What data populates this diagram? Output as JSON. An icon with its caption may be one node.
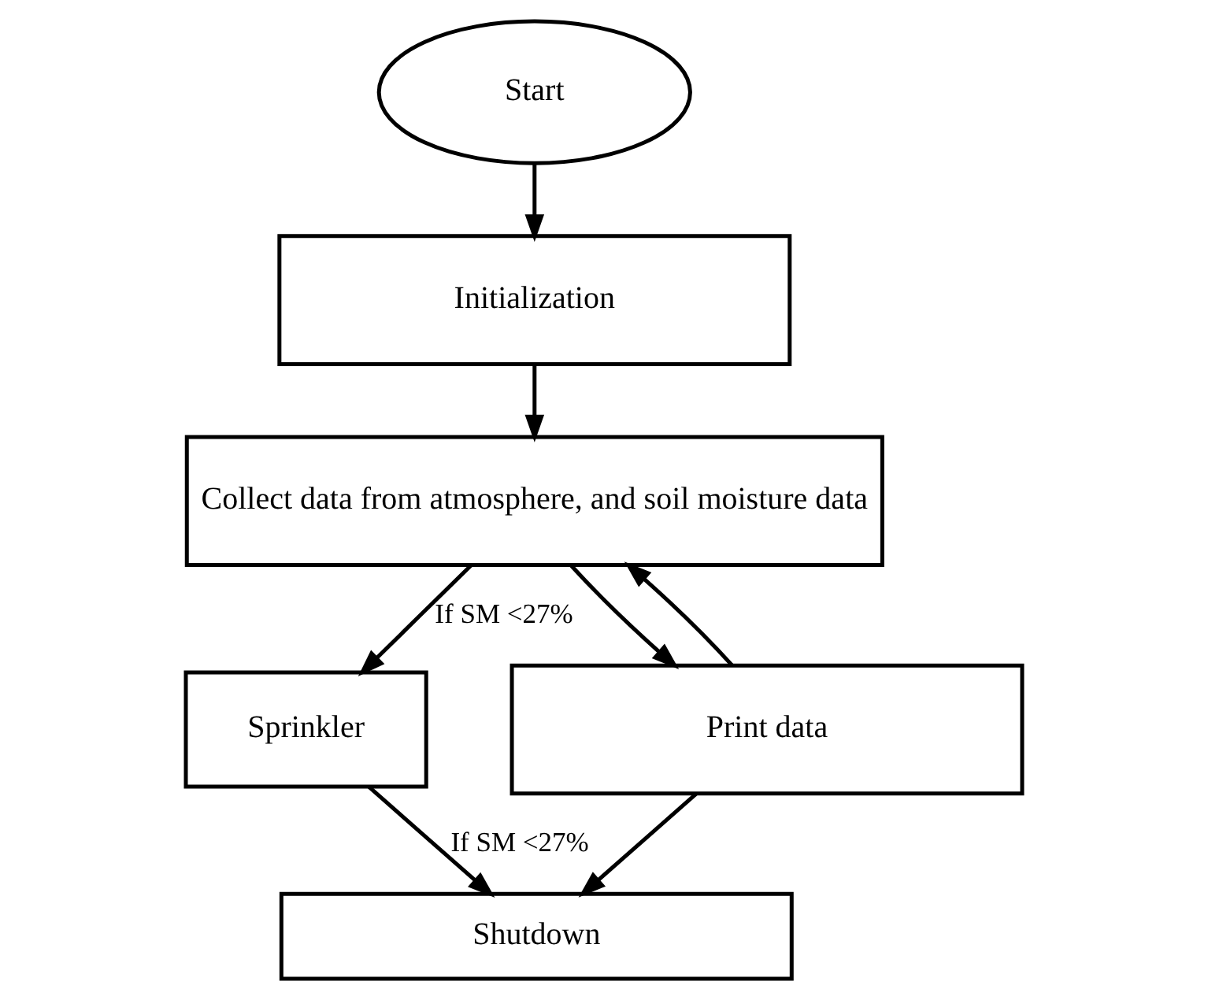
{
  "diagram": {
    "nodes": [
      {
        "text": [
          "Start"
        ]
      },
      {
        "text": [
          "Initialization"
        ]
      },
      {
        "text": [
          "Collect data from atmosphere, and soil moisture data"
        ]
      },
      {
        "text": [
          "Sprinkler"
        ]
      },
      {
        "text": [
          "Print data"
        ]
      },
      {
        "text": [
          "Shutdown"
        ]
      }
    ],
    "edges": [
      {
        "from": 0,
        "to": 1,
        "arrow": "to"
      },
      {
        "from": 1,
        "to": 2,
        "arrow": "to"
      },
      {
        "from": 2,
        "to": 3,
        "arrow": "to",
        "label": "If SM <27%"
      },
      {
        "from": 2,
        "to": 4,
        "arrow": "to"
      },
      {
        "from": 4,
        "to": 5,
        "arrow": "to"
      },
      {
        "from": 3,
        "to": 5,
        "arrow": "to",
        "label": "If SM <27%"
      },
      {
        "from": 4,
        "to": 2,
        "arrow": "to"
      }
    ]
  }
}
